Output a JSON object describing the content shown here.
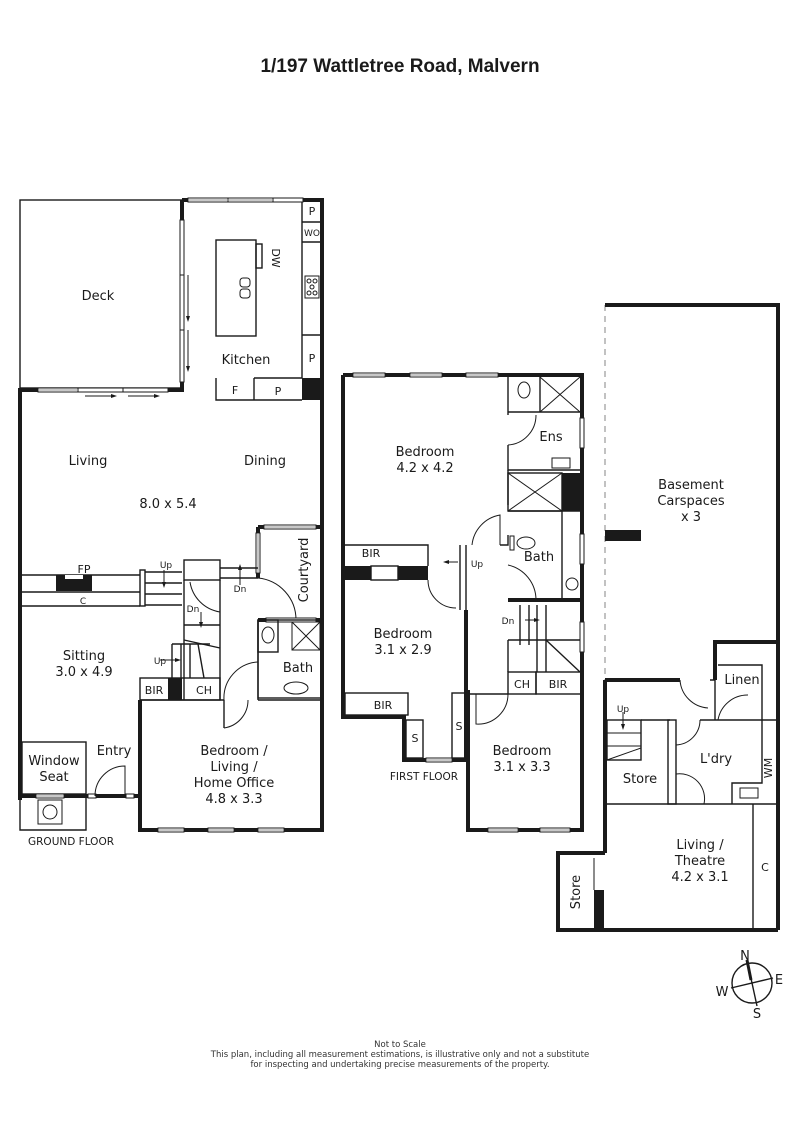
{
  "title": "1/197 Wattletree Road, Malvern",
  "ground_floor": {
    "label": "GROUND FLOOR",
    "rooms": {
      "deck": "Deck",
      "kitchen": "Kitchen",
      "living": "Living",
      "dining": "Dining",
      "living_dining_size": "8.0 x 5.4",
      "courtyard": "Courtyard",
      "sitting": "Sitting",
      "sitting_size": "3.0 x 4.9",
      "window_seat_l1": "Window",
      "window_seat_l2": "Seat",
      "entry": "Entry",
      "bath": "Bath",
      "bedroom_l1": "Bedroom /",
      "bedroom_l2": "Living /",
      "bedroom_l3": "Home Office",
      "bedroom_size": "4.8 x 3.3"
    },
    "fixtures": {
      "p1": "P",
      "wo": "WO",
      "dw": "DW",
      "p2": "P",
      "f": "F",
      "p3": "P",
      "fp": "FP",
      "c": "C",
      "bir": "BIR",
      "ch": "CH",
      "up1": "Up",
      "up2": "Up",
      "dn1": "Dn",
      "dn2": "Dn"
    }
  },
  "first_floor": {
    "label": "FIRST FLOOR",
    "rooms": {
      "bedroom1": "Bedroom",
      "bedroom1_size": "4.2 x 4.2",
      "ens": "Ens",
      "bath": "Bath",
      "bedroom2": "Bedroom",
      "bedroom2_size": "3.1 x 2.9",
      "bedroom3": "Bedroom",
      "bedroom3_size": "3.1 x 3.3"
    },
    "fixtures": {
      "bir1": "BIR",
      "bir2": "BIR",
      "bir3": "BIR",
      "ch": "CH",
      "s1": "S",
      "s2": "S",
      "up": "Up",
      "dn": "Dn"
    }
  },
  "basement": {
    "rooms": {
      "carspaces_l1": "Basement",
      "carspaces_l2": "Carspaces",
      "carspaces_l3": "x 3",
      "linen": "Linen",
      "laundry": "L'dry",
      "store1": "Store",
      "store2": "Store",
      "theatre_l1": "Living /",
      "theatre_l2": "Theatre",
      "theatre_size": "4.2 x 3.1"
    },
    "fixtures": {
      "wm": "WM",
      "c": "C",
      "up": "Up"
    }
  },
  "compass": {
    "n": "N",
    "e": "E",
    "s": "S",
    "w": "W"
  },
  "disclaimer": {
    "line1": "Not to Scale",
    "line2": "This plan, including all measurement estimations, is illustrative only and not a substitute",
    "line3": "for inspecting and undertaking precise measurements of the property."
  }
}
